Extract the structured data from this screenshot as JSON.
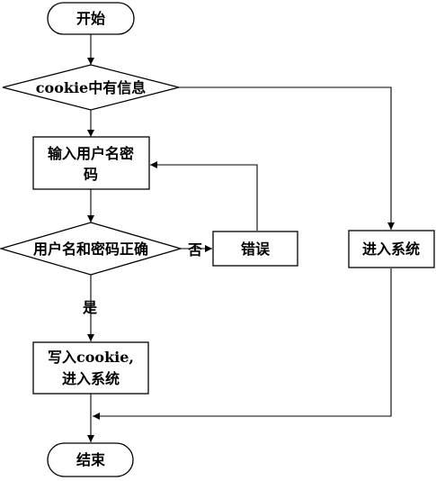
{
  "nodes": {
    "start": "开始",
    "check_cookie": "cookie中有信息",
    "input_line1": "输入用户名密",
    "input_line2": "码",
    "validate": "用户名和密码正确",
    "error": "错误",
    "enter_right": "进入系统",
    "write_line1": "写入cookie,",
    "write_line2": "进入系统",
    "end": "结束"
  },
  "edge_labels": {
    "no": "否",
    "yes": "是"
  },
  "colors": {
    "stroke": "#000000",
    "fill": "#ffffff",
    "text": "#000000"
  }
}
